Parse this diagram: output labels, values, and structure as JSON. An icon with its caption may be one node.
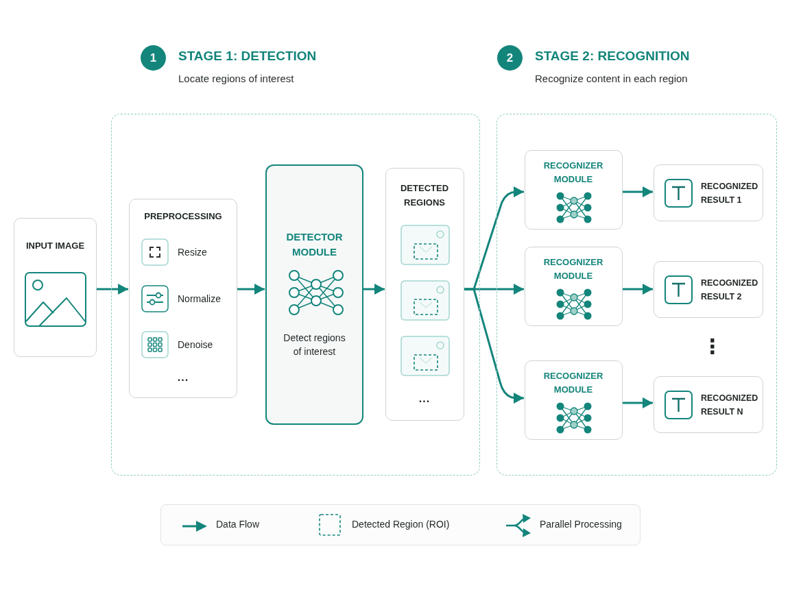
{
  "diagram": {
    "nodes": [
      {
        "text": [
          "1",
          "STAGE 1: DETECTION",
          "Locate regions of interest"
        ]
      },
      {
        "text": [
          "INPUT IMAGE"
        ]
      },
      {
        "text": [
          "PREPROCESSING",
          "Resize",
          "Normalize",
          "Denoise",
          "..."
        ],
        "in": 0
      },
      {
        "text": [
          "DETECTOR MODULE",
          "Detect regions of interest"
        ],
        "in": 0
      },
      {
        "text": [
          "DETECTED REGIONS",
          "..."
        ],
        "in": 0
      },
      {
        "text": [
          "2",
          "STAGE 2: RECOGNITION",
          "Recognize content in each region"
        ]
      },
      {
        "text": [
          "RECOGNIZER MODULE"
        ],
        "in": 5
      },
      {
        "text": [
          "RECOGNIZED RESULT 1"
        ],
        "in": 5
      },
      {
        "text": [
          "RECOGNIZER MODULE"
        ],
        "in": 5
      },
      {
        "text": [
          "RECOGNIZED RESULT 2"
        ],
        "in": 5
      },
      {
        "text": [
          "RECOGNIZER MODULE"
        ],
        "in": 5
      },
      {
        "text": [
          "RECOGNIZED RESULT N"
        ],
        "in": 5
      }
    ],
    "edges": [
      {
        "from": 1,
        "to": 2,
        "arrow": "to"
      },
      {
        "from": 2,
        "to": 3,
        "arrow": "to"
      },
      {
        "from": 3,
        "to": 4,
        "arrow": "to"
      },
      {
        "from": 4,
        "to": 6,
        "arrow": "to"
      },
      {
        "from": 4,
        "to": 8,
        "arrow": "to"
      },
      {
        "from": 4,
        "to": 10,
        "arrow": "to"
      },
      {
        "from": 6,
        "to": 7,
        "arrow": "to"
      },
      {
        "from": 8,
        "to": 9,
        "arrow": "to"
      },
      {
        "from": 10,
        "to": 11,
        "arrow": "to"
      }
    ],
    "labels": [
      "⋮"
    ],
    "legend": [
      {
        "text": "Data Flow"
      },
      {
        "text": "Detected Region (ROI)"
      },
      {
        "text": "Parallel Processing"
      }
    ]
  }
}
